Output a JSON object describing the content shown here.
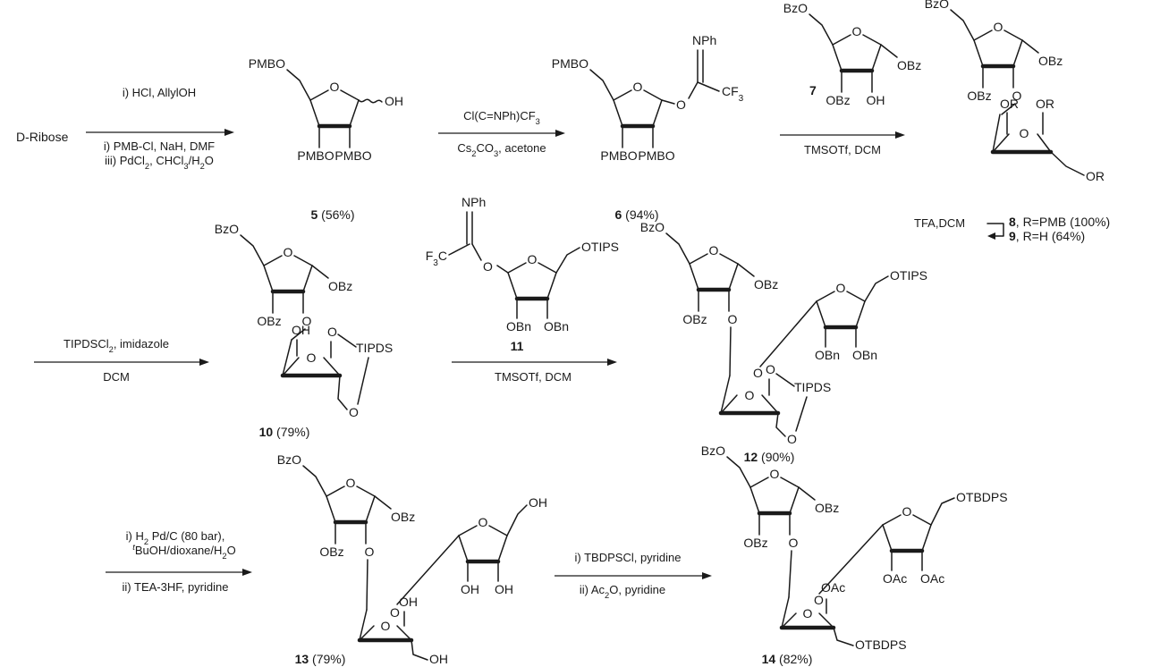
{
  "start_material": "D-Ribose",
  "reagent_labels": {
    "r7": "7",
    "r11": "11"
  },
  "steps": {
    "s1": {
      "above": [
        "i) HCl, AllylOH"
      ],
      "below": [
        "i) PMB-Cl, NaH, DMF",
        "iii) PdCl₂, CHCl₃/H₂O"
      ]
    },
    "s2": {
      "above": [
        "Cl(C=NPh)CF₃"
      ],
      "below": [
        "Cs₂CO₃, acetone"
      ]
    },
    "s3": {
      "above": [],
      "below": [
        "TMSOTf, DCM"
      ]
    },
    "s4": {
      "side": "TFA,DCM"
    },
    "s5": {
      "above": [
        "TIPDSCl₂, imidazole"
      ],
      "below": [
        "DCM"
      ]
    },
    "s6": {
      "above": [],
      "below": [
        "TMSOTf, DCM"
      ]
    },
    "s7": {
      "above": [
        "i) H₂ Pd/C (80 bar),",
        "ᵗBuOH/dioxane/H₂O"
      ],
      "below": [
        "ii) TEA-3HF, pyridine"
      ]
    },
    "s8": {
      "above": [
        "i) TBDPSCl, pyridine"
      ],
      "below": [
        "ii) Ac₂O, pyridine"
      ]
    }
  },
  "compounds": {
    "c5": {
      "number": "5",
      "yield": "(56%)"
    },
    "c6": {
      "number": "6",
      "yield": "(94%)"
    },
    "c8": {
      "number": "8",
      "detail": ", R=PMB (100%)"
    },
    "c9": {
      "number": "9",
      "detail": ", R=H (64%)"
    },
    "c10": {
      "number": "10",
      "yield": "(79%)"
    },
    "c12": {
      "number": "12",
      "yield": "(90%)"
    },
    "c13": {
      "number": "13",
      "yield": "(79%)"
    },
    "c14": {
      "number": "14",
      "yield": "(82%)"
    }
  },
  "groups": {
    "pmbo": "PMBO",
    "oh": "OH",
    "o": "O",
    "nph": "NPh",
    "cf3": "CF₃",
    "f3c": "F₃C",
    "bzo": "BzO",
    "obz": "OBz",
    "or": "OR",
    "otips": "OTIPS",
    "obn": "OBn",
    "tipds": "TIPDS",
    "otbdps": "OTBDPS",
    "oac": "OAc"
  }
}
